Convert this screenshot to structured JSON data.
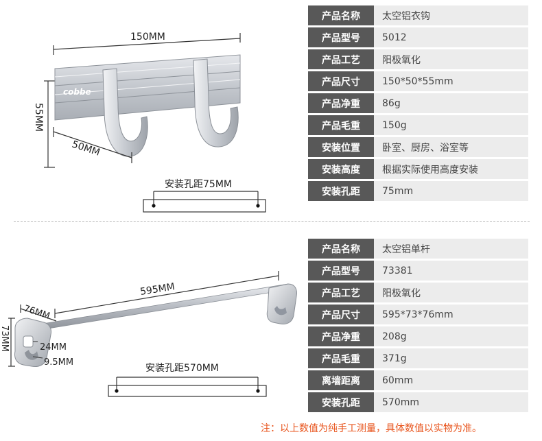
{
  "product1": {
    "dims": {
      "width": "150MM",
      "height": "55MM",
      "depth": "50MM"
    },
    "logo_text": "cobbe",
    "hole_spacing_label": "安装孔距75MM",
    "specs": [
      {
        "label": "产品名称",
        "value": "太空铝衣钩"
      },
      {
        "label": "产品型号",
        "value": "5012"
      },
      {
        "label": "产品工艺",
        "value": "阳极氧化"
      },
      {
        "label": "产品尺寸",
        "value": "150*50*55mm"
      },
      {
        "label": "产品净重",
        "value": "86g"
      },
      {
        "label": "产品毛重",
        "value": "150g"
      },
      {
        "label": "安装位置",
        "value": "卧室、厨房、浴室等"
      },
      {
        "label": "安装高度",
        "value": "根据实际使用高度安装"
      },
      {
        "label": "安装孔距",
        "value": "75mm"
      }
    ]
  },
  "product2": {
    "dims": {
      "length": "595MM",
      "depth": "76MM",
      "height": "73MM",
      "bracket": "24MM",
      "rod": "9.5MM"
    },
    "hole_spacing_label": "安装孔距570MM",
    "specs": [
      {
        "label": "产品名称",
        "value": "太空铝单杆"
      },
      {
        "label": "产品型号",
        "value": "73381"
      },
      {
        "label": "产品工艺",
        "value": "阳极氧化"
      },
      {
        "label": "产品尺寸",
        "value": "595*73*76mm"
      },
      {
        "label": "产品净重",
        "value": "208g"
      },
      {
        "label": "产品毛重",
        "value": "371g"
      },
      {
        "label": "离墙距离",
        "value": "60mm"
      },
      {
        "label": "安装孔距",
        "value": "570mm"
      }
    ]
  },
  "note": "注：以上数值为纯手工测量，具体数值以实物为准。",
  "colors": {
    "label_bg": "#585858",
    "value_bg": "#ececec",
    "note": "#e8531b",
    "metal": "#c9ccd2"
  }
}
